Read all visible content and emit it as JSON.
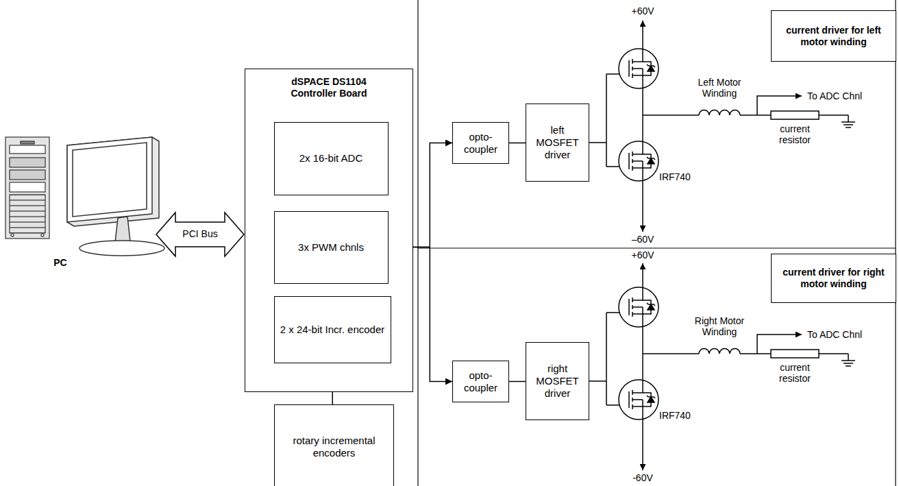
{
  "diagram": {
    "nodes": [
      {
        "text": [
          "dSPACE DS1104 Controller Board"
        ]
      },
      {
        "text": [
          "2x 16-bit ADC"
        ],
        "in": 0
      },
      {
        "text": [
          "3x PWM chnls"
        ],
        "in": 0
      },
      {
        "text": [
          "2 x 24-bit Incr. encoder"
        ],
        "in": 0
      },
      {
        "text": [
          "rotary incremental encoders"
        ]
      },
      {
        "text": [
          "opto- coupler"
        ]
      },
      {
        "text": [
          "left MOSFET driver"
        ]
      },
      {
        "text": [
          "current driver for left motor winding"
        ]
      },
      {
        "text": [
          "opto- coupler"
        ]
      },
      {
        "text": [
          "right MOSFET driver"
        ]
      },
      {
        "text": [
          "current driver for right motor winding"
        ]
      }
    ],
    "edges": [
      {
        "from": 4,
        "to": 3,
        "arrow": "to"
      },
      {
        "from": 2,
        "to": 5,
        "arrow": "to"
      },
      {
        "from": 2,
        "to": 8,
        "arrow": "to"
      },
      {
        "from": 5,
        "to": 6,
        "arrow": "none"
      },
      {
        "from": 8,
        "to": 9,
        "arrow": "none"
      }
    ],
    "labels": [
      "PC",
      "PCI Bus",
      "+60V",
      "Left Motor Winding",
      "To ADC Chnl",
      "current resistor",
      "IRF740",
      "–60V",
      "+60V",
      "Right Motor Winding",
      "To ADC Chnl",
      "current resistor",
      "IRF740",
      "-60V"
    ]
  }
}
